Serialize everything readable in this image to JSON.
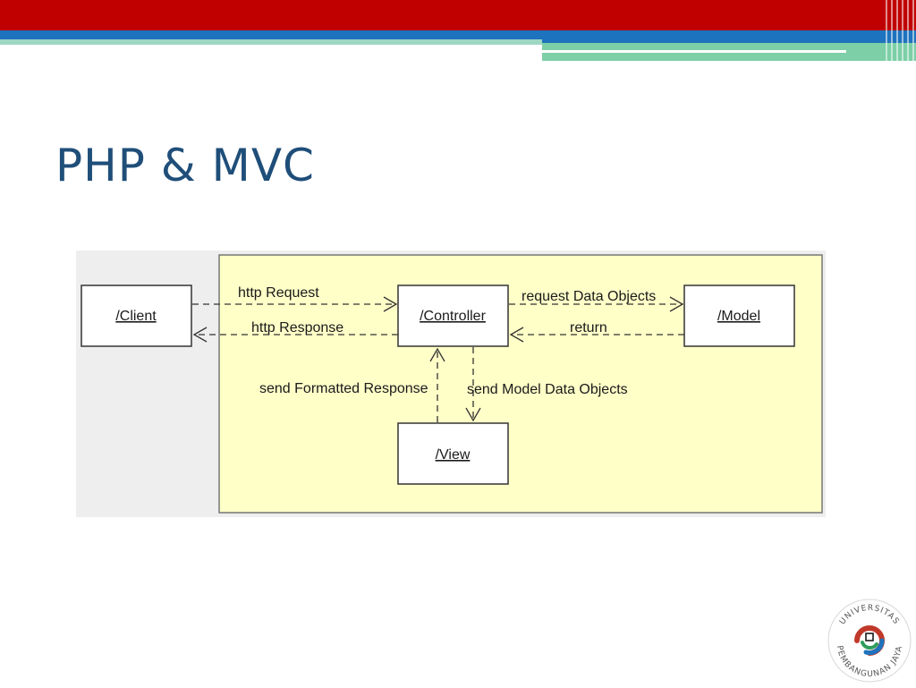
{
  "slide": {
    "title": "PHP & MVC"
  },
  "colors": {
    "header_red": "#c00000",
    "header_blue": "#1e73be",
    "header_green": "#7ccfa6",
    "title_blue": "#1f4e79",
    "diagram_background": "#ffffc8"
  },
  "diagram": {
    "nodes": {
      "client": "/Client",
      "controller": "/Controller",
      "model": "/Model",
      "view": "/View"
    },
    "edges": {
      "http_request": "http Request",
      "http_response": "http Response",
      "request_data_objects": "request Data Objects",
      "return": "return",
      "send_formatted_response": "send Formatted Response",
      "send_model_data_objects": "send Model Data Objects"
    }
  },
  "logo": {
    "text_top": "UNIVERSITAS",
    "text_bottom": "PEMBANGUNAN JAYA"
  }
}
